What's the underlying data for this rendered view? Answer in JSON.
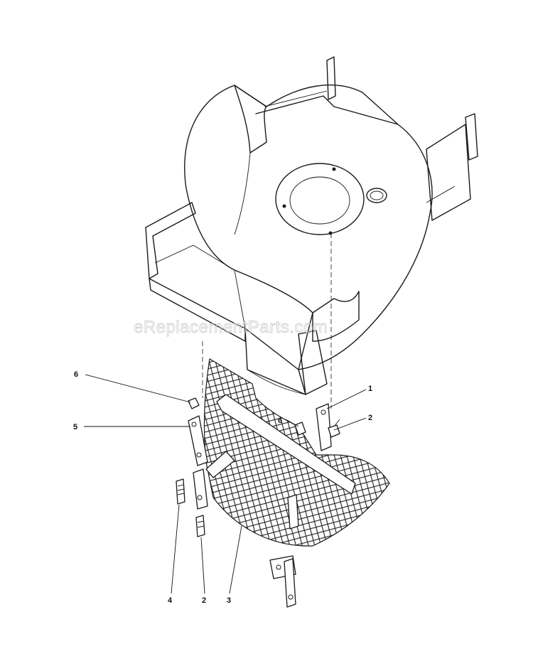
{
  "watermark": "eReplacementParts.com",
  "callouts": {
    "c1": "1",
    "c2a": "2",
    "c2b": "2",
    "c3": "3",
    "c4": "4",
    "c5": "5",
    "c6a": "6",
    "c6b": "6"
  }
}
